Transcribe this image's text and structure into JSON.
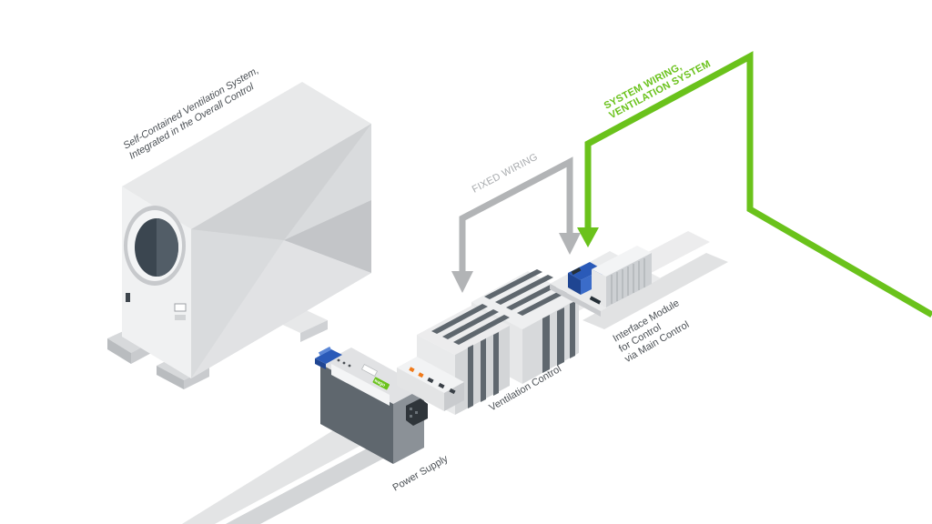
{
  "labels": {
    "ventilation_system_line1": "Self-Contained Ventilation System,",
    "ventilation_system_line2": "Integrated in the Overall Control",
    "fixed_wiring": "FIXED WIRING",
    "system_wiring_line1": "SYSTEM WIRING,",
    "system_wiring_line2": "VENTILATION SYSTEM",
    "interface_module_line1": "Interface Module",
    "interface_module_line2": "for Control",
    "interface_module_line3": "via Main Control",
    "ventilation_control": "Ventilation Control",
    "power_supply": "Power Supply"
  },
  "brand": {
    "logo_text": "wago"
  },
  "colors": {
    "accent_green": "#6ac21b",
    "fixed_wiring_arrow": "#b2b4b6",
    "label_text": "#4a4f54",
    "terminal_blue": "#2a5ab8",
    "indicator_orange": "#f07a1a"
  }
}
